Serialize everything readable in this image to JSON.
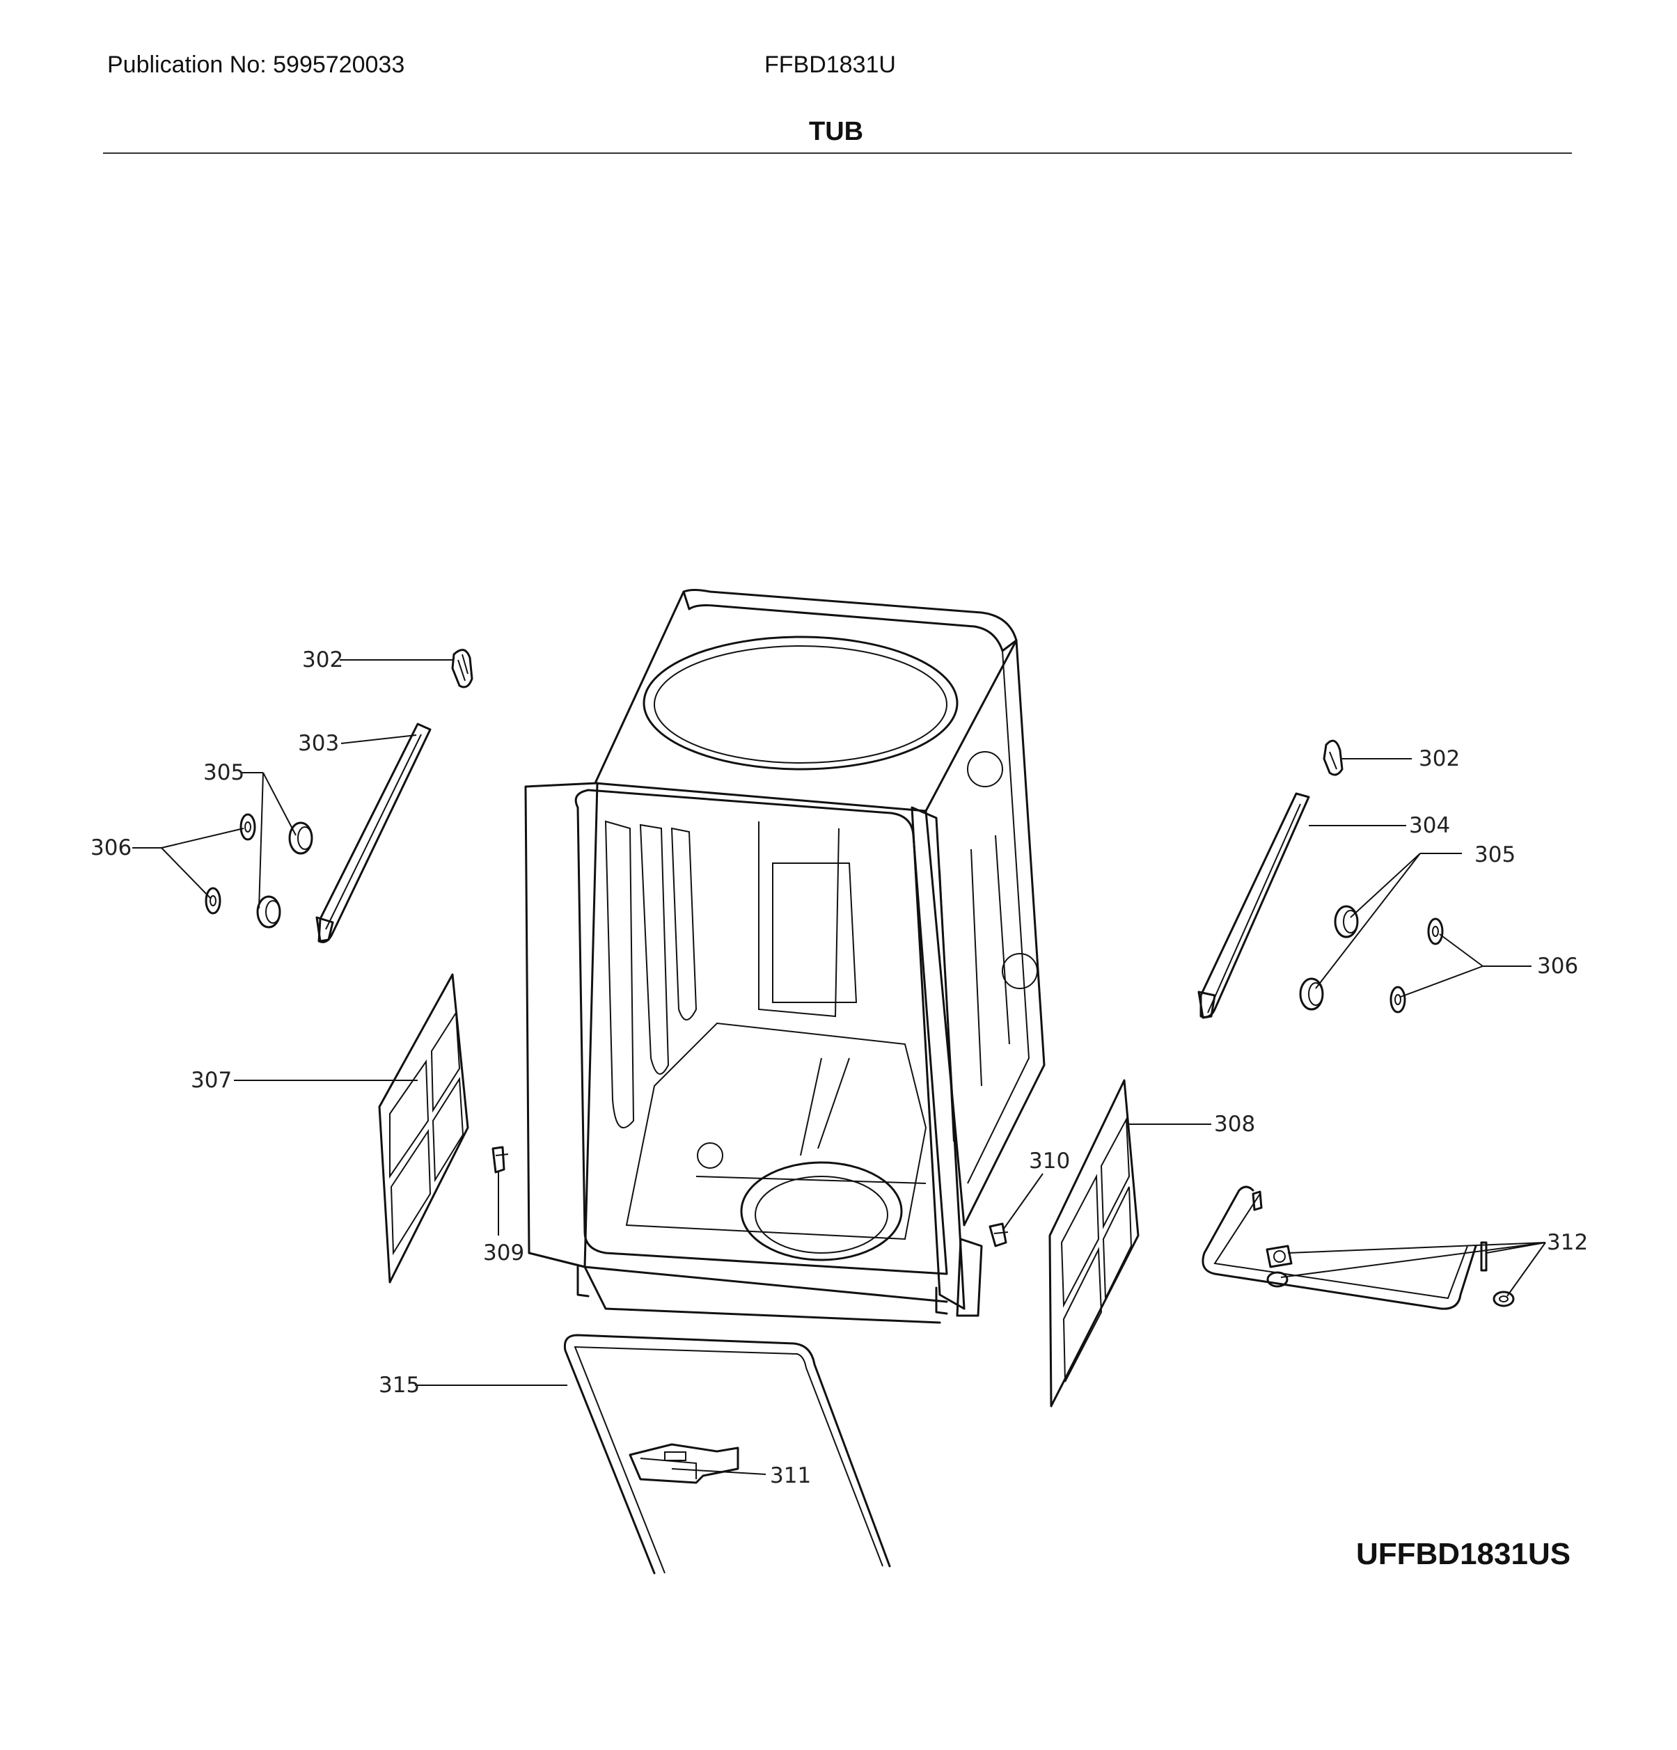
{
  "header": {
    "publication": "Publication No: 5995720033",
    "model": "FFBD1831U",
    "section_title": "TUB"
  },
  "footer": {
    "diagram_code": "UFFBD1831US"
  },
  "callouts": [
    {
      "id": "c302a",
      "label": "302"
    },
    {
      "id": "c303",
      "label": "303"
    },
    {
      "id": "c305a",
      "label": "305"
    },
    {
      "id": "c306a",
      "label": "306"
    },
    {
      "id": "c307",
      "label": "307"
    },
    {
      "id": "c309",
      "label": "309"
    },
    {
      "id": "c315",
      "label": "315"
    },
    {
      "id": "c311",
      "label": "311"
    },
    {
      "id": "c310",
      "label": "310"
    },
    {
      "id": "c302b",
      "label": "302"
    },
    {
      "id": "c304",
      "label": "304"
    },
    {
      "id": "c305b",
      "label": "305"
    },
    {
      "id": "c306b",
      "label": "306"
    },
    {
      "id": "c308",
      "label": "308"
    },
    {
      "id": "c312",
      "label": "312"
    }
  ]
}
